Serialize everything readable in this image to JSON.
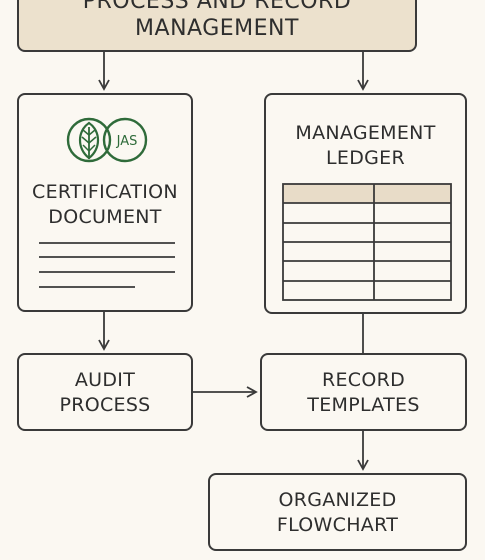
{
  "header": {
    "line1": "PROCESS AND RECORD",
    "line2": "MANAGEMENT"
  },
  "certification_document": {
    "seal_text": "JAS",
    "line1": "CERTIFICATION",
    "line2": "DOCUMENT"
  },
  "management_ledger": {
    "line1": "MANAGEMENT",
    "line2": "LEDGER"
  },
  "audit_process": {
    "line1": "AUDIT",
    "line2": "PROCESS"
  },
  "record_templates": {
    "line1": "RECORD",
    "line2": "TEMPLATES"
  },
  "organized_flowchart": {
    "line1": "ORGANIZED",
    "line2": "FLOWCHART"
  },
  "colors": {
    "header_fill": "#ece1cd",
    "seal_green": "#2f6b3a",
    "ledger_header": "#e8dcc8"
  }
}
